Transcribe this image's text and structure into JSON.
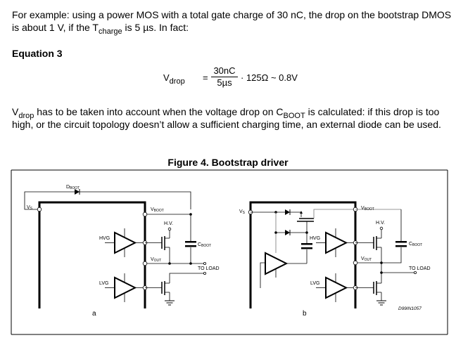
{
  "paragraph1": {
    "before_sub": "For example: using a power MOS with a total gate charge of 30 nC, the drop on the bootstrap DMOS is about 1 V, if the T",
    "sub": "charge",
    "after_sub": " is 5 µs. In fact:"
  },
  "equation": {
    "title": "Equation 3",
    "lhs_main": "V",
    "lhs_sub": "drop",
    "equals": "=",
    "numerator": "30nC",
    "denominator": "5µs",
    "rhs": "· 125Ω ~ 0.8V"
  },
  "paragraph2": {
    "v_main": "V",
    "v_sub": "drop",
    "text1": " has to be taken into account when the voltage drop on C",
    "c_sub": "BOOT",
    "text2": " is calculated: if this drop is too high, or the circuit topology doesn’t allow a sufficient charging time, an external diode can be used."
  },
  "figure": {
    "title": "Figure 4. Bootstrap driver",
    "code": "D99IN1057",
    "panel_a": {
      "caption": "a",
      "labels": {
        "dboot": "D",
        "dboot_sub": "BOOT",
        "vs": "V",
        "vs_sub": "S",
        "vboot": "V",
        "vboot_sub": "BOOT",
        "hv": "H.V.",
        "hvg": "HVG",
        "cboot": "C",
        "cboot_sub": "BOOT",
        "vout": "V",
        "vout_sub": "OUT",
        "to_load": "TO LOAD",
        "lvg": "LVG"
      }
    },
    "panel_b": {
      "caption": "b",
      "labels": {
        "vs": "V",
        "vs_sub": "S",
        "vboot": "V",
        "vboot_sub": "BOOT",
        "hv": "H.V.",
        "hvg": "HVG",
        "cboot": "C",
        "cboot_sub": "BOOT",
        "vout": "V",
        "vout_sub": "OUT",
        "to_load": "TO LOAD",
        "lvg": "LVG"
      }
    }
  }
}
